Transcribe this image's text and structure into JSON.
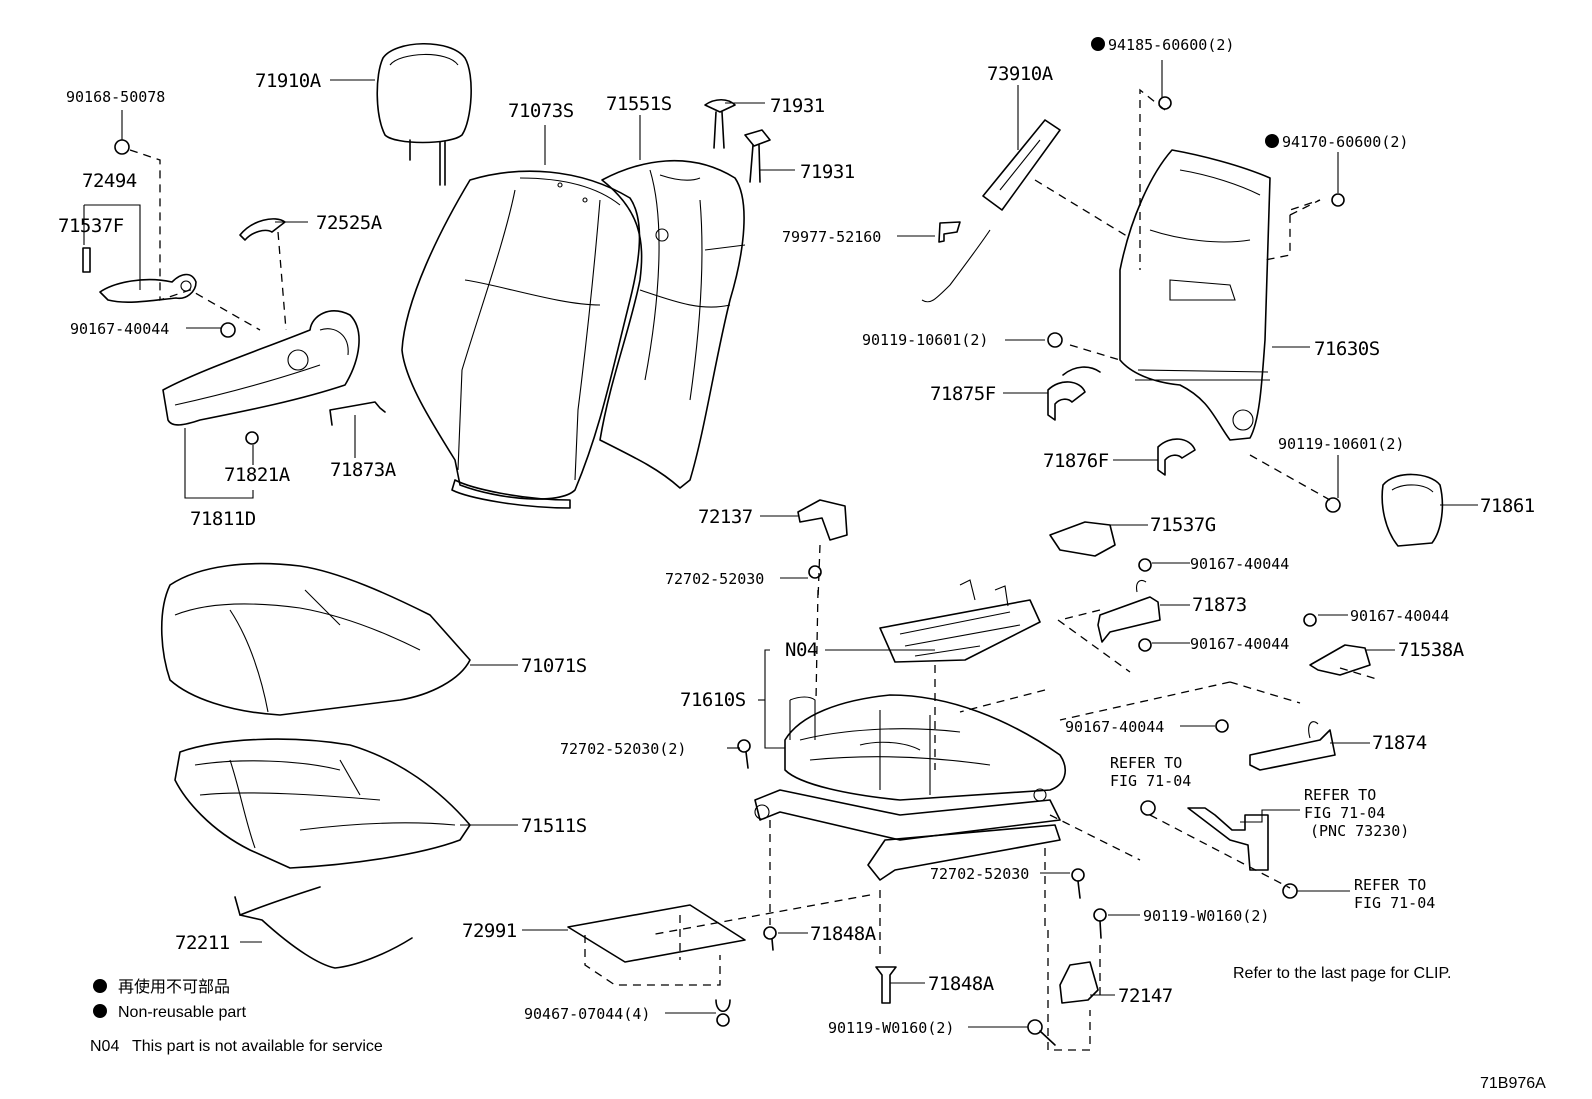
{
  "labels": {
    "p71910A": "71910A",
    "p90168": "90168-50078",
    "p72494": "72494",
    "p71537F": "71537F",
    "p72525A": "72525A",
    "p90167_a": "90167-40044",
    "p71821A": "71821A",
    "p71873A": "71873A",
    "p71811D": "71811D",
    "p71073S": "71073S",
    "p71551S": "71551S",
    "p71931_a": "71931",
    "p71931_b": "71931",
    "p73910A": "73910A",
    "p79977": "79977-52160",
    "p90119_a": "90119-10601(2)",
    "p71875F": "71875F",
    "p71876F": "71876F",
    "p94185": "94185-60600(2)",
    "p94170": "94170-60600(2)",
    "p71630S": "71630S",
    "p90119_b": "90119-10601(2)",
    "p71861": "71861",
    "p72137": "72137",
    "p72702_a": "72702-52030",
    "p71537G": "71537G",
    "p90167_b": "90167-40044",
    "p71873": "71873",
    "p90167_c": "90167-40044",
    "p90167_d": "90167-40044",
    "p71538A": "71538A",
    "pN04": "N04",
    "p71610S": "71610S",
    "p72702_b": "72702-52030(2)",
    "p90167_e": "90167-40044",
    "p71874": "71874",
    "p71071S": "71071S",
    "p71511S": "71511S",
    "p72211": "72211",
    "p72991": "72991",
    "p71848A_a": "71848A",
    "p71848A_b": "71848A",
    "p72702_c": "72702-52030",
    "p90119_c": "90119-W0160(2)",
    "p72147": "72147",
    "p90119_d": "90119-W0160(2)",
    "p90467": "90467-07044(4)"
  },
  "refers": {
    "r1_line1": "REFER TO",
    "r1_line2": "FIG 71-04",
    "r2_line1": "REFER TO",
    "r2_line2": "FIG 71-04",
    "r2_line3": "(PNC 73230)",
    "r3_line1": "REFER TO",
    "r3_line2": "FIG 71-04"
  },
  "notes": {
    "clip_note": "Refer to the last page for CLIP.",
    "legend_jp": "再使用不可部品",
    "legend_en": "Non-reusable part",
    "n04_code": "N04",
    "n04_text": "This part is not available for service",
    "figure_code": "71B976A"
  }
}
